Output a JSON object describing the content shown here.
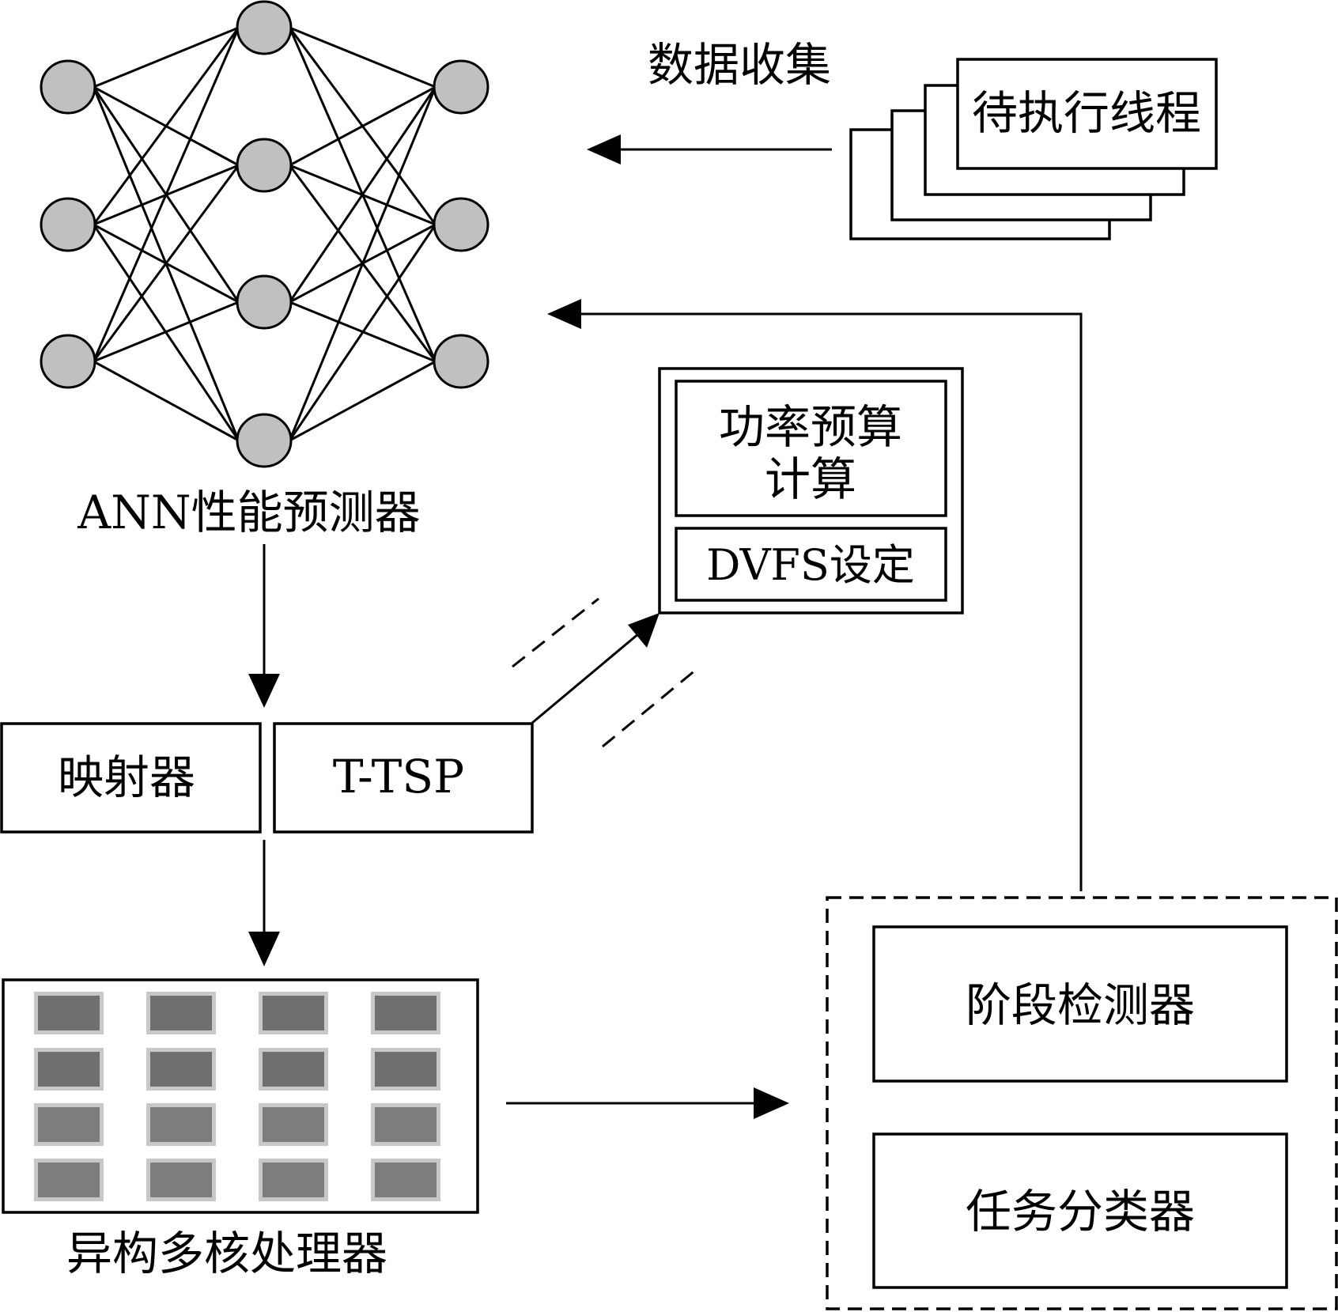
{
  "labels": {
    "data_collection": "数据收集",
    "pending_threads": "待执行线程",
    "ann_predictor": "ANN性能预测器",
    "power_budget_line1": "功率预算",
    "power_budget_line2": "计算",
    "dvfs_setting": "DVFS设定",
    "mapper": "映射器",
    "ttsp": "T-TSP",
    "hetero_processor": "异构多核处理器",
    "phase_detector": "阶段检测器",
    "task_classifier": "任务分类器"
  },
  "colors": {
    "line": "#000000",
    "neuron_fill": "#c0c0c0",
    "core_border": "#c8c8c8",
    "core_fill_dark": "#6f6f6f",
    "core_fill_light": "#7d7d7d",
    "background": "#ffffff"
  }
}
